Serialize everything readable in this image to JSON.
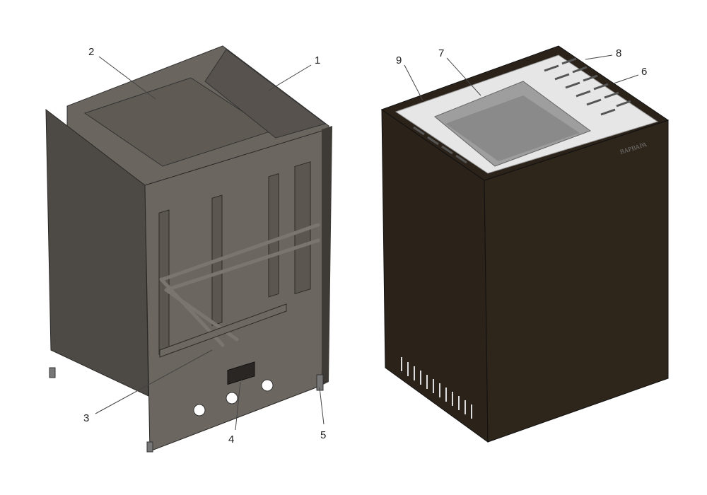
{
  "labels": {
    "l1": "1",
    "l2": "2",
    "l3": "3",
    "l4": "4",
    "l5": "5",
    "l6": "6",
    "l7": "7",
    "l8": "8",
    "l9": "9"
  },
  "brand_logo": "ВАРВАРА",
  "colors": {
    "left_metal": "#59544f",
    "right_body": "#2b2219",
    "top_plate": "#e6e6e6"
  }
}
